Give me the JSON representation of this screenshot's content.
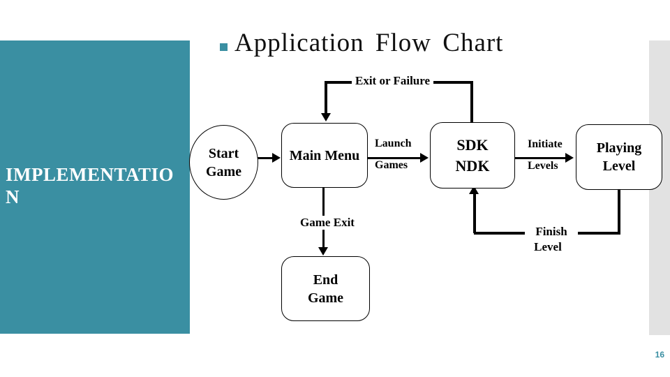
{
  "slide": {
    "title": "Application Flow Chart",
    "page_number": "16"
  },
  "sidebar": {
    "lines": [
      "IMPLEMENTATIO",
      "N"
    ]
  },
  "flowchart": {
    "nodes": {
      "start_game": {
        "shape": "ellipse",
        "lines": [
          "Start",
          "Game"
        ]
      },
      "main_menu": {
        "shape": "rounded-rect",
        "lines": [
          "Main Menu"
        ]
      },
      "sdk_ndk": {
        "shape": "rounded-rect",
        "lines": [
          "SDK",
          "NDK"
        ]
      },
      "playing_level": {
        "shape": "rounded-rect",
        "lines": [
          "Playing",
          "Level"
        ]
      },
      "end_game": {
        "shape": "rounded-rect",
        "lines": [
          "End",
          "Game"
        ]
      }
    },
    "labels": {
      "exit_or_failure": "Exit or Failure",
      "launch_games": [
        "Launch",
        "Games"
      ],
      "initiate_levels": [
        "Initiate",
        "Levels"
      ],
      "game_exit": "Game Exit",
      "finish_level": [
        "Finish",
        "Level"
      ]
    },
    "edges": [
      {
        "from": "start_game",
        "to": "main_menu",
        "label": ""
      },
      {
        "from": "main_menu",
        "to": "sdk_ndk",
        "label": "Launch Games"
      },
      {
        "from": "sdk_ndk",
        "to": "playing_level",
        "label": "Initiate Levels"
      },
      {
        "from": "sdk_ndk",
        "to": "main_menu",
        "label": "Exit or Failure"
      },
      {
        "from": "playing_level",
        "to": "sdk_ndk",
        "label": "Finish Level"
      },
      {
        "from": "main_menu",
        "to": "end_game",
        "label": "Game Exit"
      }
    ]
  },
  "colors": {
    "accent_teal": "#3a8fa2",
    "strip_gray": "#e2e2e2",
    "line_black": "#000000",
    "background": "#ffffff"
  }
}
